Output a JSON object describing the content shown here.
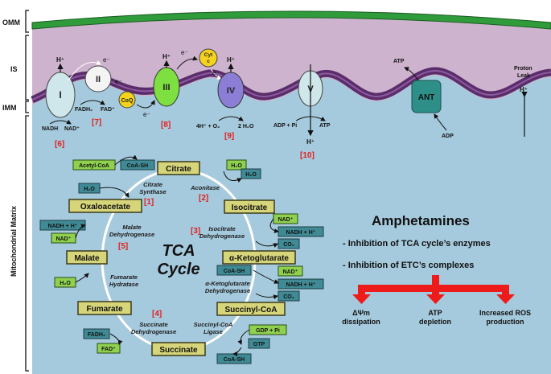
{
  "regions": {
    "omm": "OMM",
    "is": "IS",
    "imm": "IMM",
    "matrix": "Mitochondrial Matrix"
  },
  "etc": {
    "complex_i": "I",
    "complex_ii": "II",
    "complex_iii": "III",
    "complex_iv": "IV",
    "complex_v": "V",
    "ant": "ANT",
    "coq": "CoQ",
    "cyt_c_1": "Cyt",
    "cyt_c_2": "c",
    "h_plus": "H⁺",
    "e_minus": "e⁻",
    "nadh": "NADH",
    "nad_plus": "NAD⁺",
    "fadh2": "FADH₂",
    "fad_plus": "FAD⁺",
    "o2_reactants": "4H⁺ + O₂",
    "water_product": "2 H₂O",
    "adp_pi": "ADP + Pi",
    "atp": "ATP",
    "adp": "ADP",
    "proton_leak_1": "Proton",
    "proton_leak_2": "Leak",
    "ref_6": "[6]",
    "ref_7": "[7]",
    "ref_8": "[8]",
    "ref_9": "[9]",
    "ref_10": "[10]"
  },
  "tca": {
    "title_1": "TCA",
    "title_2": "Cycle",
    "metabolites": {
      "citrate": "Citrate",
      "isocitrate": "Isocitrate",
      "akg": "α-Ketoglutarate",
      "succinyl_coa": "Succinyl-CoA",
      "succinate": "Succinate",
      "fumarate": "Fumarate",
      "malate": "Malate",
      "oxaloacetate": "Oxaloacetate"
    },
    "enzymes": {
      "citrate_synthase_1": "Citrate",
      "citrate_synthase_2": "Synthase",
      "aconitase": "Aconitase",
      "idh_1": "Isocitrate",
      "idh_2": "Dehydrogenase",
      "akgdh_1": "α-Ketoglutarate",
      "akgdh_2": "Dehydrogenase",
      "scl_1": "Succinyl-CoA",
      "scl_2": "Ligase",
      "sdh_1": "Succinate",
      "sdh_2": "Dehydrogenase",
      "fumarase_1": "Fumarate",
      "fumarase_2": "Hydratase",
      "mdh_1": "Malate",
      "mdh_2": "Dehydrogenase"
    },
    "refs": {
      "r1": "[1]",
      "r2": "[2]",
      "r3": "[3]",
      "r4": "[4]",
      "r5": "[5]"
    },
    "cofactors": {
      "acetyl_coa": "Acetyl-CoA",
      "coa_sh_1": "CoA-SH",
      "h2o_1": "H₂O",
      "h2o_2": "H₂O",
      "h2o_3": "H₂O",
      "h2o_4": "H₂O",
      "nad_1": "NAD⁺",
      "nadh_1": "NADH + H⁺",
      "co2_1": "CO₂",
      "coa_sh_2": "CoA-SH",
      "nad_2": "NAD⁺",
      "nadh_2": "NADH + H⁺",
      "co2_2": "CO₂",
      "gdp_pi": "GDP + Pi",
      "gtp": "GTP",
      "coa_sh_3": "CoA-SH",
      "fadh2": "FADH₂",
      "fad": "FAD⁺",
      "nadh_3": "NADH + H⁺",
      "nad_3": "NAD⁺"
    }
  },
  "amphetamines": {
    "title": "Amphetamines",
    "bullet_1": "- Inhibition of TCA cycle’s enzymes",
    "bullet_2": "- Inhibition of ETC’s complexes",
    "outcome_1a": "ΔΨm",
    "outcome_1b": "dissipation",
    "outcome_2a": "ATP",
    "outcome_2b": "depletion",
    "outcome_3a": "Increased ROS",
    "outcome_3b": "production"
  },
  "colors": {
    "omm": "#2f9b3a",
    "intermembrane": "#cdb3cd",
    "membrane": "#5a2d6a",
    "matrix": "#a6cadd",
    "metabolite_box": "#d6d57a",
    "cofactor_green": "#8fd14f",
    "cofactor_teal": "#3f8a94",
    "reference_red": "#e0201e",
    "arrow_red": "#ee1b1b",
    "complex_iii": "#7ee040",
    "complex_iv": "#8c7ed6",
    "ant": "#2d8f87",
    "coq": "#f5d21c",
    "cyt_c": "#f5d21c"
  }
}
